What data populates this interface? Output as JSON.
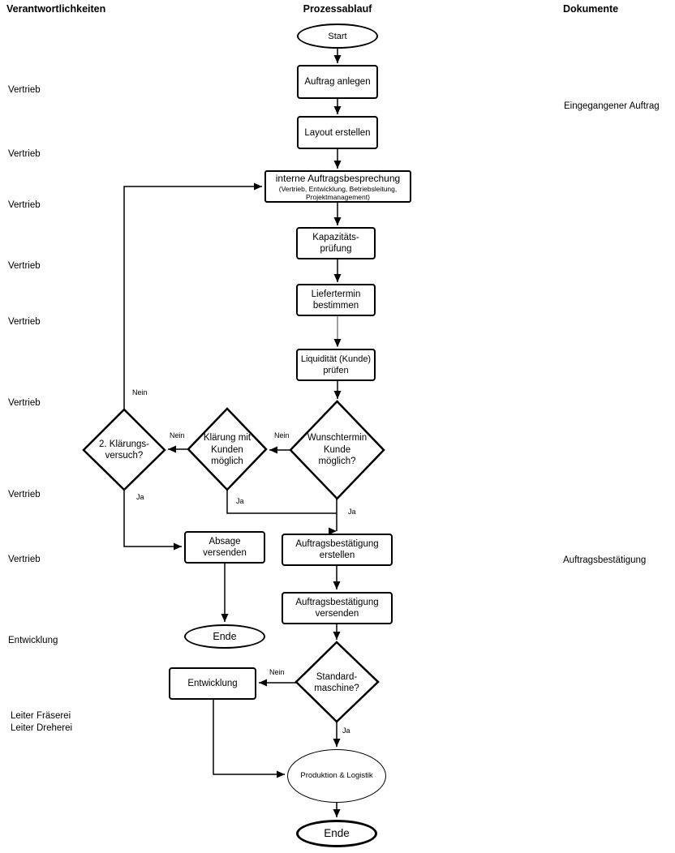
{
  "headers": {
    "responsibilities": "Verantwortlichkeiten",
    "process": "Prozessablauf",
    "documents": "Dokumente"
  },
  "lanes": [
    "Vertrieb",
    "Vertrieb",
    "Vertrieb",
    "Vertrieb",
    "Vertrieb",
    "Vertrieb",
    "Vertrieb",
    "Vertrieb",
    "Entwicklung",
    "Leiter Fräserei",
    "Leiter Dreherei"
  ],
  "documents": {
    "incoming_order": "Eingegangener Auftrag",
    "order_confirmation": "Auftragsbestätigung"
  },
  "nodes": {
    "start": "Start",
    "create_order": "Auftrag anlegen",
    "create_layout": "Layout erstellen",
    "internal_meeting_title": "interne Auftragsbesprechung",
    "internal_meeting_participants": "(Vertrieb, Entwicklung, Betriebsleitung,\nProjektmanagement)",
    "capacity_check": "Kapazitäts-\nprüfung",
    "set_delivery_date": "Liefertermin\nbestimmen",
    "liquidity_check": "Liquidität (Kunde)\nprüfen",
    "desired_date_possible": "Wunschtermin\nKunde\nmöglich?",
    "clarification_possible": "Klärung mit\nKunden\nmöglich",
    "second_clarification": "2. Klärungs-\nversuch?",
    "send_rejection": "Absage\nversenden",
    "create_confirmation": "Auftragsbestätigung\nerstellen",
    "send_confirmation": "Auftragsbestätigung\nversenden",
    "end_left": "Ende",
    "standard_machine": "Standard-\nmaschine?",
    "development": "Entwicklung",
    "production_logistics": "Produktion & Logistik",
    "end_bottom": "Ende"
  },
  "edge_labels": {
    "yes": "Ja",
    "no": "Nein"
  },
  "colors": {
    "stroke": "#000000",
    "gray_connector": "#808080",
    "background": "#ffffff"
  }
}
